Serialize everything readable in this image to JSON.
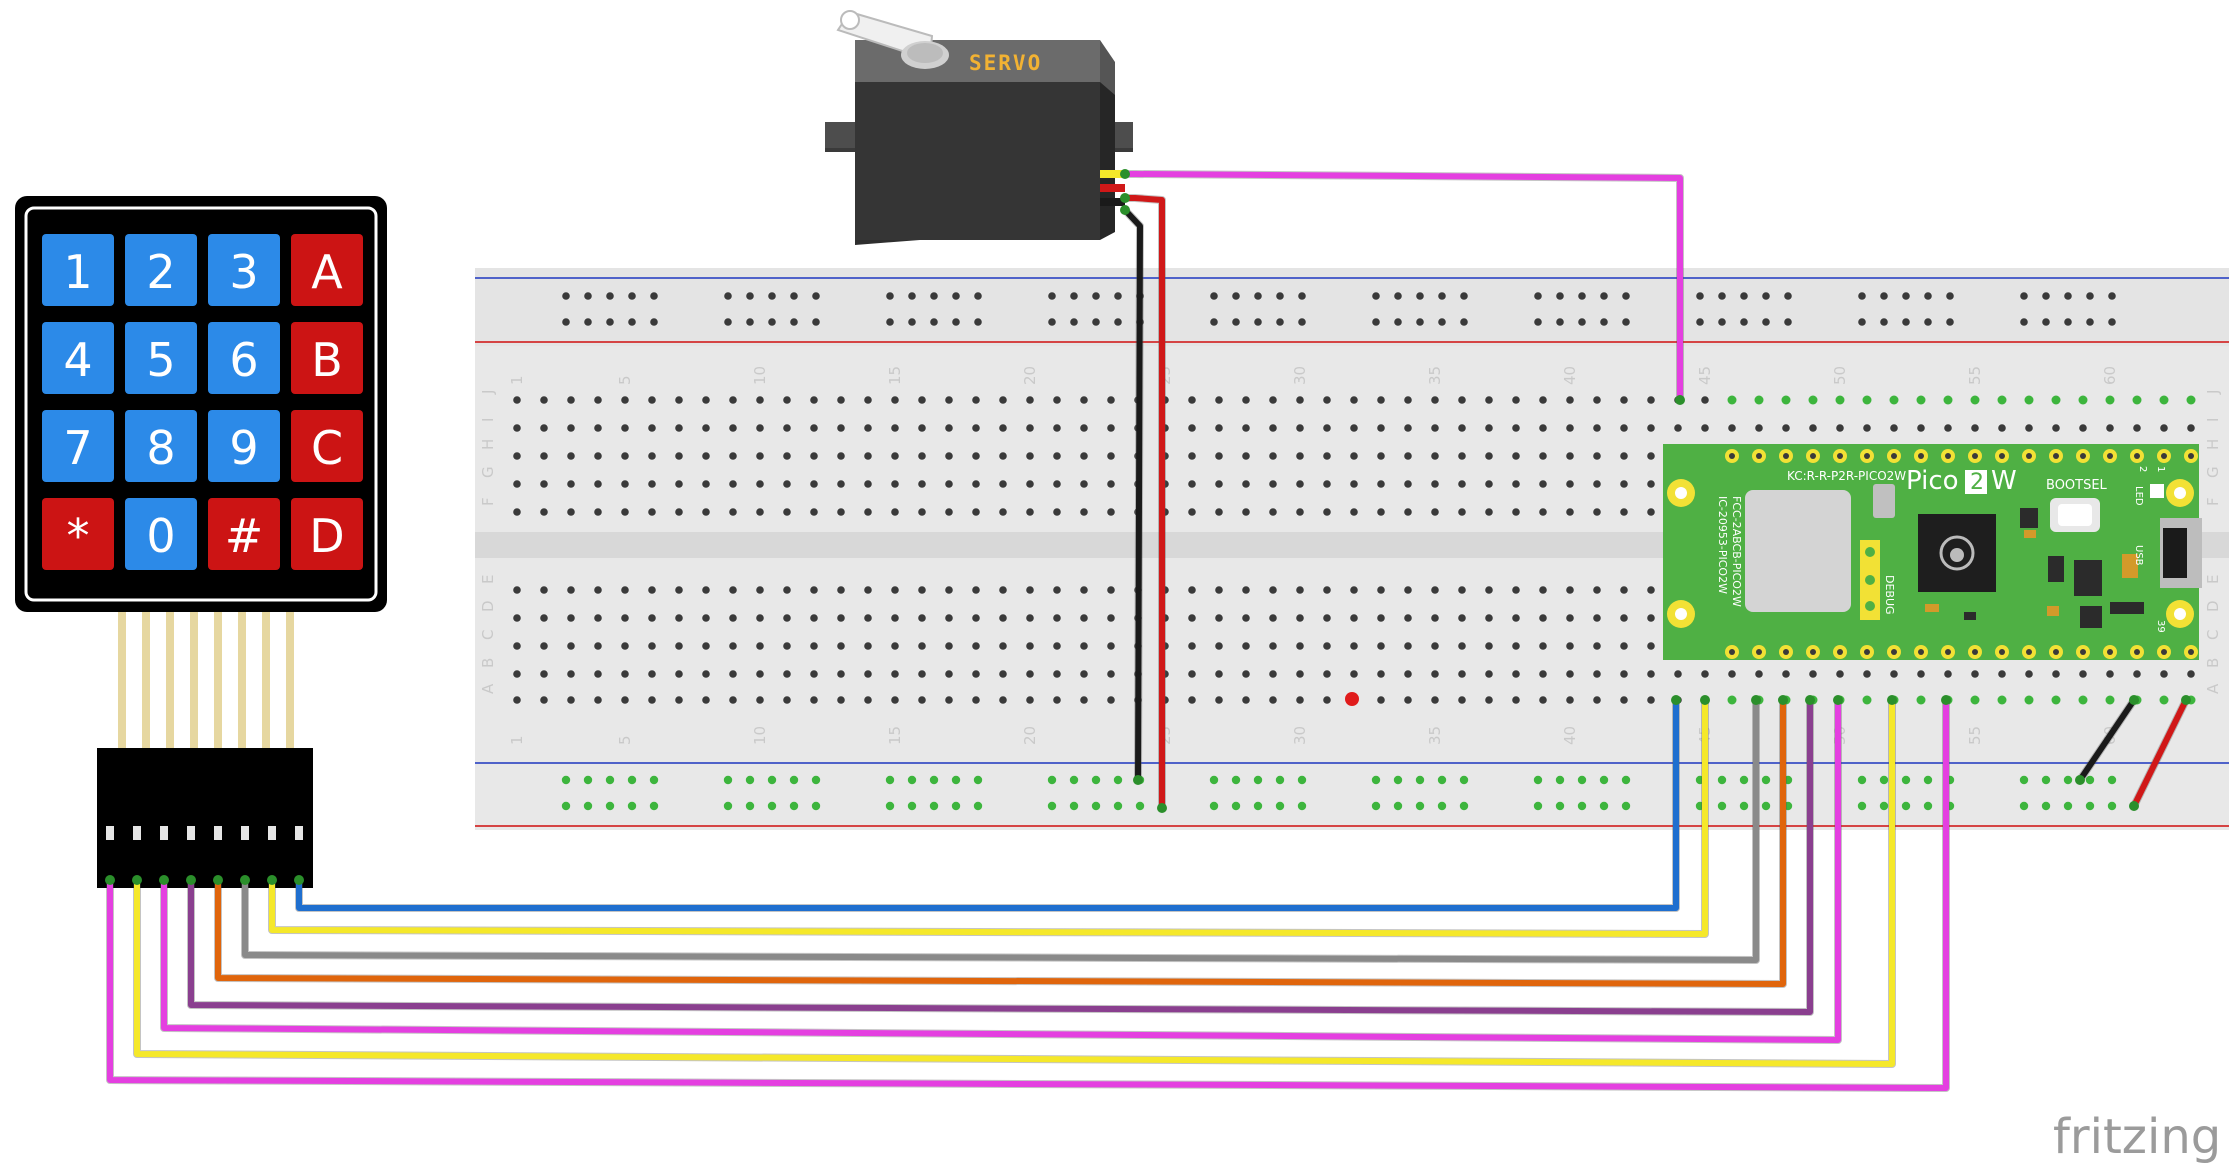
{
  "keypad": {
    "keys": [
      "1",
      "2",
      "3",
      "A",
      "4",
      "5",
      "6",
      "B",
      "7",
      "8",
      "9",
      "C",
      "*",
      "0",
      "#",
      "D"
    ]
  },
  "servo": {
    "label": "SERVO"
  },
  "breadboard": {
    "column_numbers": [
      "1",
      "5",
      "10",
      "15",
      "20",
      "25",
      "30",
      "35",
      "40",
      "45",
      "50",
      "55",
      "60"
    ],
    "row_letters_top": [
      "J",
      "I",
      "H",
      "G",
      "F"
    ],
    "row_letters_bottom": [
      "E",
      "D",
      "C",
      "B",
      "A"
    ]
  },
  "pico": {
    "brand": "Pico",
    "brand_number": "2",
    "brand_suffix": "W",
    "module_text": "KC:R-R-P2R-PICO2W",
    "fcc_text_1": "FCC-2ABCB-PICO2W",
    "fcc_text_2": "IC-20953-PICO2W",
    "bootsel": "BOOTSEL",
    "debug": "DEBUG",
    "led": "LED",
    "usb": "USB",
    "pin_1": "1",
    "pin_2": "2",
    "pin_39": "39"
  },
  "wire_colors": {
    "pink": "#e43fe0",
    "yellow": "#f5e82a",
    "blue": "#1f6fcf",
    "gray": "#8a8a8a",
    "orange": "#e0650c",
    "purple": "#8a3f8f",
    "red": "#d01818",
    "black": "#1a1a1a"
  },
  "watermark": "fritzing"
}
